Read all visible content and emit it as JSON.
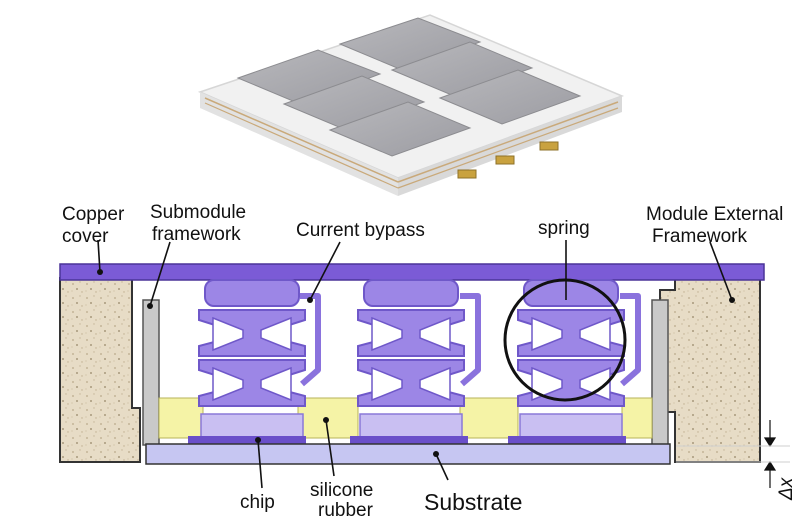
{
  "labels": {
    "copper_cover": [
      "Copper",
      "cover"
    ],
    "submodule_framework": [
      "Submodule",
      "framework"
    ],
    "current_bypass": "Current bypass",
    "spring": "spring",
    "module_external_framework": [
      "Module External",
      "Framework"
    ],
    "chip": "chip",
    "silicone_rubber": [
      "silicone",
      "rubber"
    ],
    "substrate": "Substrate",
    "delta_x": "Δx"
  },
  "colors": {
    "cover_purple": "#7b5bd6",
    "spring_purple": "#9c86e6",
    "spring_light": "#b9abee",
    "substrate_blue": "#c6c6f2",
    "rubber_yellow": "#f5f3a6",
    "framework_gray": "#c9c9c9",
    "external_tan": "#e6dac4"
  }
}
